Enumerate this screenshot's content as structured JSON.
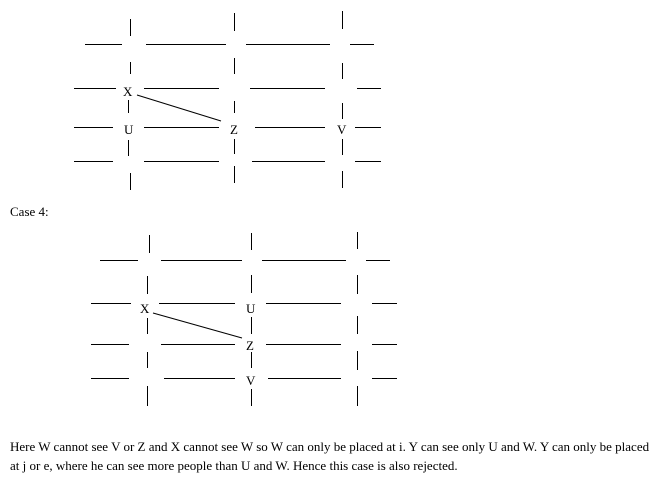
{
  "case_label": "Case 4:",
  "paragraph": "Here W cannot see V or Z and X cannot see W so W can only be placed at i. Y can see only U and W. Y can only be placed at j or e, where he can see more people than U and W. Hence this case is also rejected.",
  "figure_top": {
    "labels": {
      "x": "X",
      "u": "U",
      "z": "Z",
      "v": "V"
    }
  },
  "figure_bottom": {
    "labels": {
      "x": "X",
      "u": "U",
      "z": "Z",
      "v": "V"
    }
  }
}
